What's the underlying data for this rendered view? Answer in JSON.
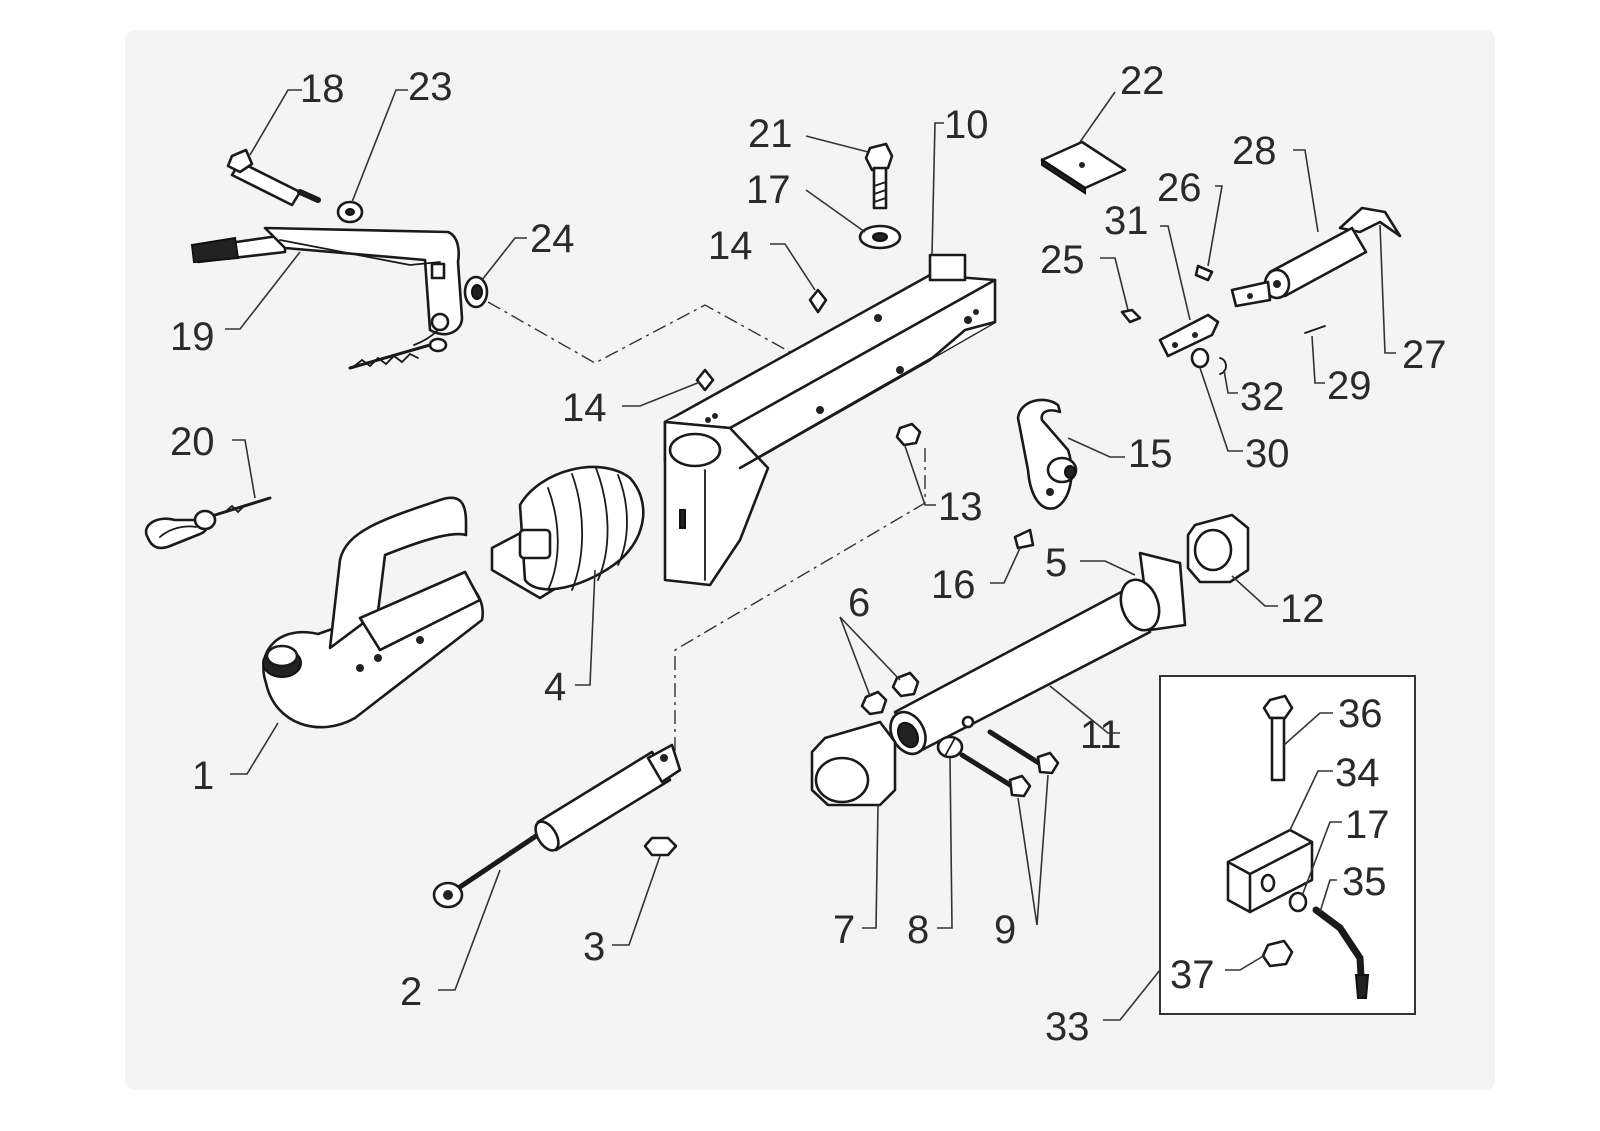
{
  "callouts": {
    "c1": "1",
    "c2": "2",
    "c3": "3",
    "c4": "4",
    "c5": "5",
    "c6": "6",
    "c7": "7",
    "c8": "8",
    "c9": "9",
    "c10": "10",
    "c11": "11",
    "c12": "12",
    "c13": "13",
    "c14a": "14",
    "c14b": "14",
    "c15": "15",
    "c16": "16",
    "c17a": "17",
    "c17b": "17",
    "c18": "18",
    "c19": "19",
    "c20": "20",
    "c21": "21",
    "c22": "22",
    "c23": "23",
    "c24": "24",
    "c25": "25",
    "c26": "26",
    "c27": "27",
    "c28": "28",
    "c29": "29",
    "c30": "30",
    "c31": "31",
    "c32": "32",
    "c33": "33",
    "c34": "34",
    "c35": "35",
    "c36": "36",
    "c37": "37"
  },
  "colors": {
    "line": "#1a1a1a",
    "background": "#f4f4f4",
    "text": "#2a2a2a"
  }
}
